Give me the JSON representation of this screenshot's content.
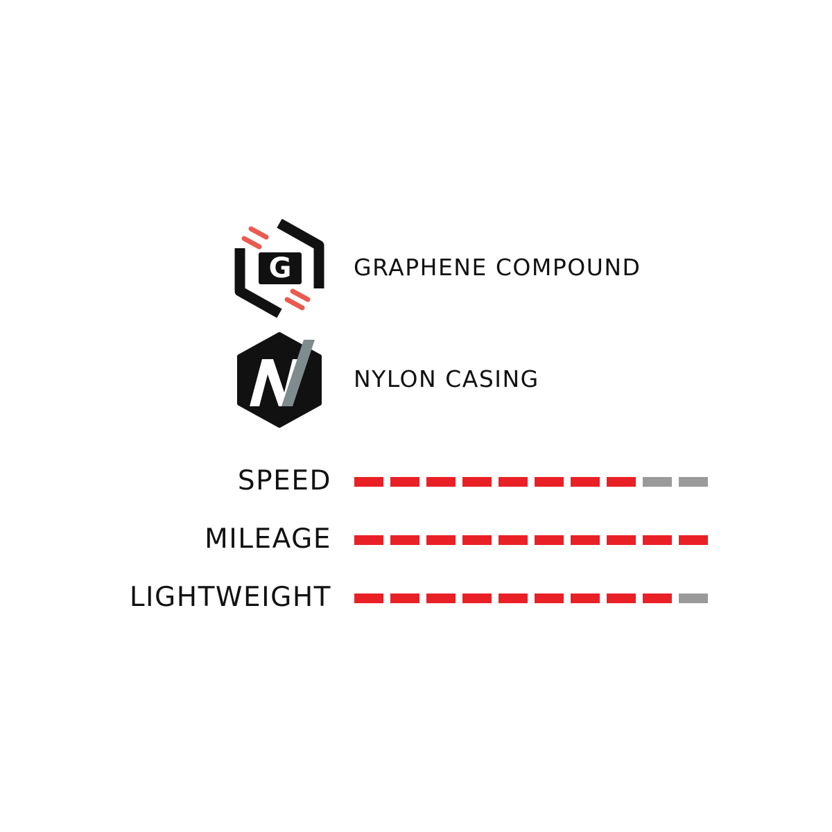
{
  "features": [
    {
      "label": "GRAPHENE COMPOUND",
      "icon": "graphene-hexagon-icon"
    },
    {
      "label": "NYLON CASING",
      "icon": "nylon-hexagon-icon"
    }
  ],
  "badges": {
    "graphene_letter": "G",
    "nylon_letter": "N"
  },
  "ratings": [
    {
      "label": "SPEED",
      "score": 8,
      "max": 10
    },
    {
      "label": "MILEAGE",
      "score": 10,
      "max": 10
    },
    {
      "label": "LIGHTWEIGHT",
      "score": 9,
      "max": 10
    }
  ],
  "colors": {
    "filled": "#ea2027",
    "empty": "#9a9a9a",
    "badge_dark": "#111111",
    "accent_stripe": "#ea5a4e",
    "nylon_slash": "#7f8c8d"
  }
}
